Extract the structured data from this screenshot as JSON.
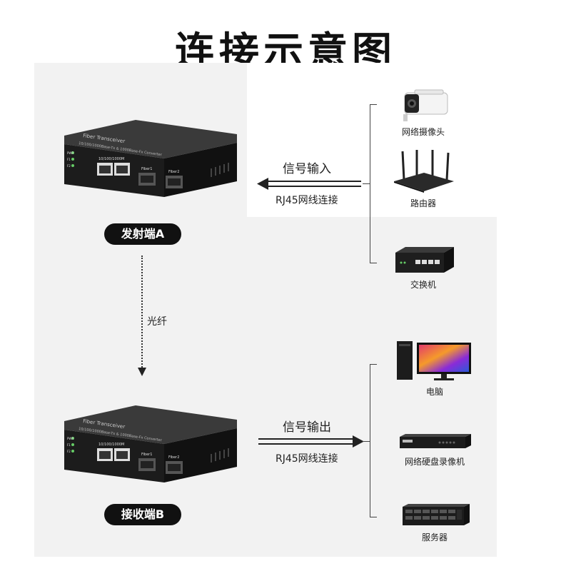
{
  "title": "连接示意图",
  "converter": {
    "model_text": "Fiber Transceiver",
    "spec_text": "10/100/1000Base-Tx & 1000Base-Fx Converter",
    "ports_label": "10/100/1000M",
    "fiber1_label": "Fiber1",
    "fiber2_label": "Fiber2",
    "leds": [
      "PWR",
      "F1",
      "F2"
    ]
  },
  "sender": {
    "label": "发射端A"
  },
  "receiver": {
    "label": "接收端B"
  },
  "fiber": {
    "label": "光纤"
  },
  "input_link": {
    "label": "信号输入",
    "sub": "RJ45网线连接"
  },
  "output_link": {
    "label": "信号输出",
    "sub": "RJ45网线连接"
  },
  "input_devices": [
    {
      "label": "网络摄像头",
      "icon": "camera-icon"
    },
    {
      "label": "路由器",
      "icon": "router-icon"
    },
    {
      "label": "交换机",
      "icon": "switch-icon"
    }
  ],
  "output_devices": [
    {
      "label": "电脑",
      "icon": "computer-icon"
    },
    {
      "label": "网络硬盘录像机",
      "icon": "nvr-icon"
    },
    {
      "label": "服务器",
      "icon": "server-icon"
    }
  ],
  "colors": {
    "box": "#1c1c1c",
    "panel": "#f2f2f2",
    "accent_dark": "#111111"
  }
}
